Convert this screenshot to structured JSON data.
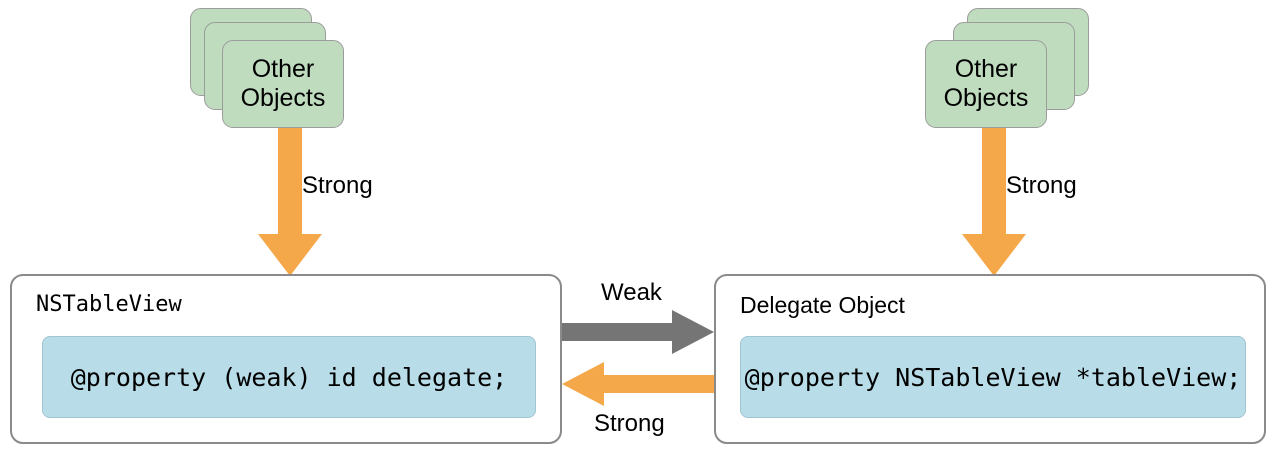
{
  "diagram": {
    "title": "NSTableView delegate strong/weak reference diagram",
    "colors": {
      "strong_arrow": "#f5a84a",
      "weak_arrow": "#757575",
      "object_card": "#bfdcbf",
      "code_block": "#b8dde8",
      "box_border": "#8a8a8a"
    },
    "stacks": [
      {
        "id": "left-other-objects",
        "label": "Other\nObjects"
      },
      {
        "id": "right-other-objects",
        "label": "Other\nObjects"
      }
    ],
    "boxes": [
      {
        "id": "nstableview",
        "title": "NSTableView",
        "code": "@property (weak) id delegate;"
      },
      {
        "id": "delegate-object",
        "title": "Delegate Object",
        "code": "@property NSTableView *tableView;"
      }
    ],
    "arrows": [
      {
        "id": "left-strong-down",
        "label": "Strong",
        "kind": "strong",
        "direction": "down"
      },
      {
        "id": "right-strong-down",
        "label": "Strong",
        "kind": "strong",
        "direction": "down"
      },
      {
        "id": "weak-right",
        "label": "Weak",
        "kind": "weak",
        "direction": "right"
      },
      {
        "id": "strong-left",
        "label": "Strong",
        "kind": "strong",
        "direction": "left"
      }
    ]
  }
}
